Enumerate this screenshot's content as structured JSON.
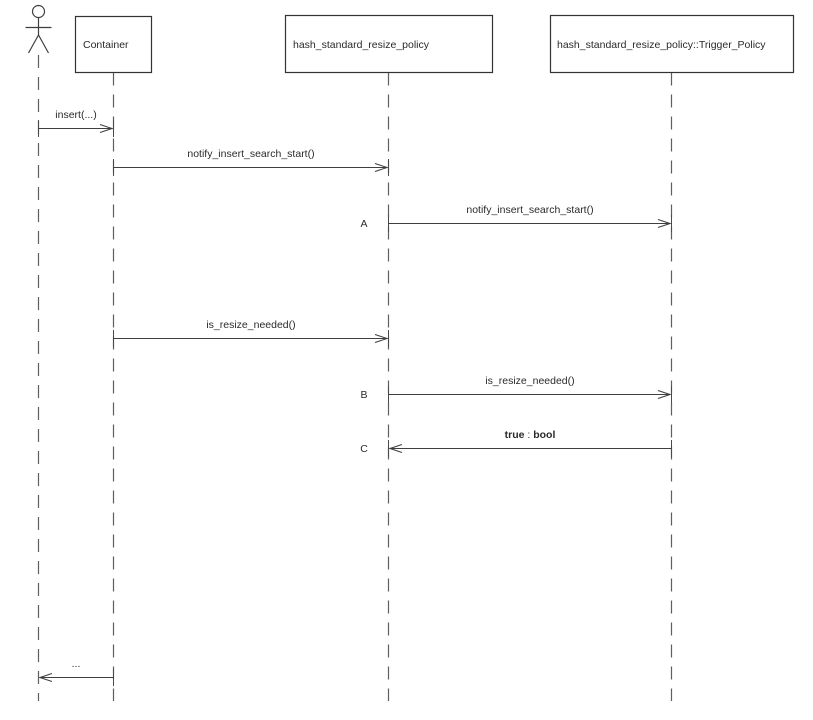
{
  "diagram": {
    "type": "uml-sequence-diagram",
    "background_color": "#ffffff",
    "line_color": "#3f3f3f",
    "lifeline_color": "#5f5f5f",
    "text_color": "#2a2a2a"
  },
  "participants": [
    {
      "label": "Container"
    },
    {
      "label": "hash_standard_resize_policy"
    },
    {
      "label": "hash_standard_resize_policy::Trigger_Policy"
    }
  ],
  "actor": {
    "name": "actor"
  },
  "messages": [
    {
      "label": "insert(...)",
      "from": "actor",
      "to": "Container"
    },
    {
      "label": "notify_insert_search_start()",
      "from": "Container",
      "to": "hash_standard_resize_policy"
    },
    {
      "seq": "A",
      "label": "notify_insert_search_start()",
      "from": "hash_standard_resize_policy",
      "to": "hash_standard_resize_policy::Trigger_Policy"
    },
    {
      "label": "is_resize_needed()",
      "from": "Container",
      "to": "hash_standard_resize_policy"
    },
    {
      "seq": "B",
      "label": "is_resize_needed()",
      "from": "hash_standard_resize_policy",
      "to": "hash_standard_resize_policy::Trigger_Policy"
    },
    {
      "seq": "C",
      "label_value": "true",
      "label_sep": " : ",
      "label_type": "bool",
      "from": "hash_standard_resize_policy::Trigger_Policy",
      "to": "hash_standard_resize_policy"
    },
    {
      "label": "...",
      "from": "Container",
      "to": "actor"
    }
  ]
}
